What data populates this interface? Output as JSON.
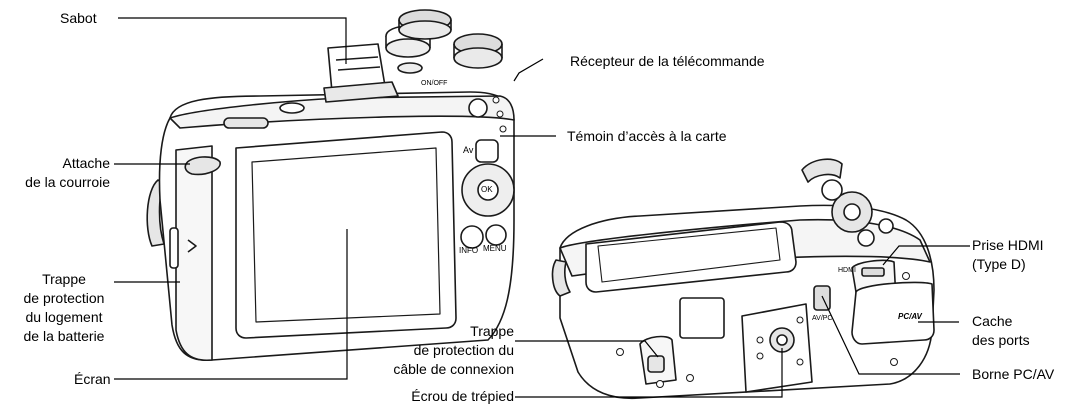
{
  "labels": {
    "sabot": "Sabot",
    "attache_1": "Attache",
    "attache_2": "de la courroie",
    "trappe_batt_1": "Trappe",
    "trappe_batt_2": "de protection",
    "trappe_batt_3": "du logement",
    "trappe_batt_4": "de la batterie",
    "ecran": "Écran",
    "recepteur": "Récepteur de la télécommande",
    "temoin": "Témoin d’accès à la carte",
    "hdmi_1": "Prise HDMI",
    "hdmi_2": "(Type D)",
    "cache_1": "Cache",
    "cache_2": "des ports",
    "borne": "Borne PC/AV",
    "trappe_cable_1": "Trappe",
    "trappe_cable_2": "de protection du",
    "trappe_cable_3": "câble de connexion",
    "ecrou": "Écrou de trépied"
  },
  "camera_markings": {
    "info": "INFO",
    "menu": "MENU",
    "ok": "OK",
    "av": "Av",
    "onoff": "ON/OFF",
    "hdmi": "HDMI",
    "pcav": "PC/AV",
    "avpc": "AV/PC"
  },
  "colors": {
    "line": "#000000",
    "camera_stroke": "#1a1a1a",
    "camera_fill": "#ffffff",
    "shade": "#d9d9d9"
  }
}
